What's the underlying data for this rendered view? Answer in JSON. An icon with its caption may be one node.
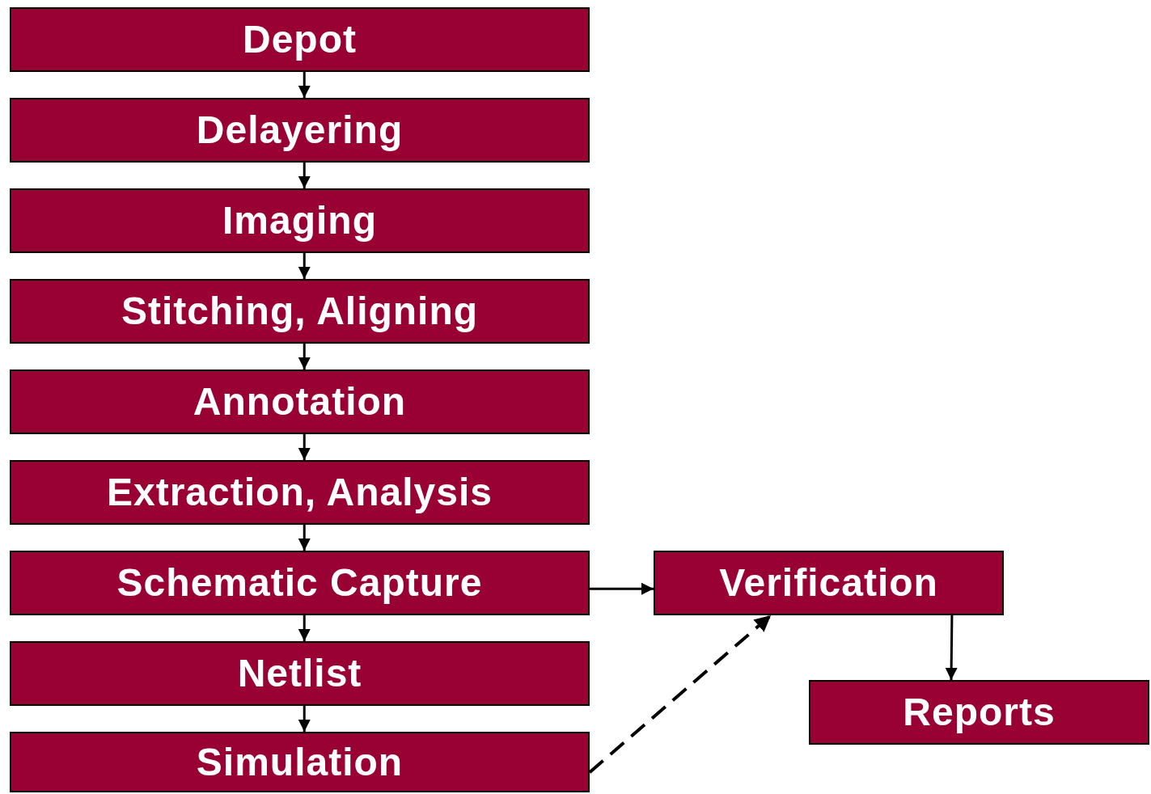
{
  "diagram": {
    "nodes": [
      {
        "text": [
          "Depot"
        ]
      },
      {
        "text": [
          "Delayering"
        ]
      },
      {
        "text": [
          "Imaging"
        ]
      },
      {
        "text": [
          "Stitching, Aligning"
        ]
      },
      {
        "text": [
          "Annotation"
        ]
      },
      {
        "text": [
          "Extraction, Analysis"
        ]
      },
      {
        "text": [
          "Schematic Capture"
        ]
      },
      {
        "text": [
          "Netlist"
        ]
      },
      {
        "text": [
          "Simulation"
        ]
      },
      {
        "text": [
          "Verification"
        ]
      },
      {
        "text": [
          "Reports"
        ]
      }
    ],
    "edges": [
      {
        "from": 0,
        "to": 1,
        "arrow": "to"
      },
      {
        "from": 1,
        "to": 2,
        "arrow": "to"
      },
      {
        "from": 2,
        "to": 3,
        "arrow": "to"
      },
      {
        "from": 3,
        "to": 4,
        "arrow": "to"
      },
      {
        "from": 4,
        "to": 5,
        "arrow": "to"
      },
      {
        "from": 5,
        "to": 6,
        "arrow": "to"
      },
      {
        "from": 6,
        "to": 7,
        "arrow": "to"
      },
      {
        "from": 7,
        "to": 8,
        "arrow": "to"
      },
      {
        "from": 6,
        "to": 9,
        "arrow": "to"
      },
      {
        "from": 9,
        "to": 10,
        "arrow": "to"
      },
      {
        "from": 8,
        "to": 9,
        "arrow": "to",
        "style": "dashed"
      }
    ]
  }
}
